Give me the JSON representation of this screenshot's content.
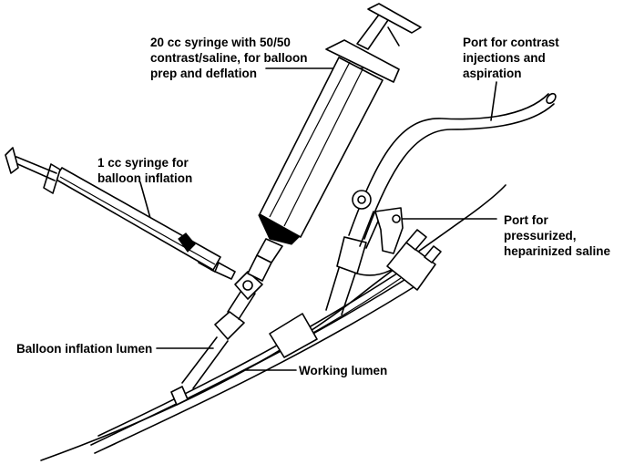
{
  "labels": {
    "syringe_20cc": [
      "20 cc syringe with 50/50",
      "contrast/saline, for balloon",
      "prep and deflation"
    ],
    "contrast_port": [
      "Port for contrast",
      "injections and",
      "aspiration"
    ],
    "syringe_1cc": [
      "1 cc syringe for",
      "balloon inflation"
    ],
    "saline_port": [
      "Port for",
      "pressurized,",
      "heparinized saline"
    ],
    "balloon_lumen": "Balloon inflation lumen",
    "working_lumen": "Working lumen"
  }
}
